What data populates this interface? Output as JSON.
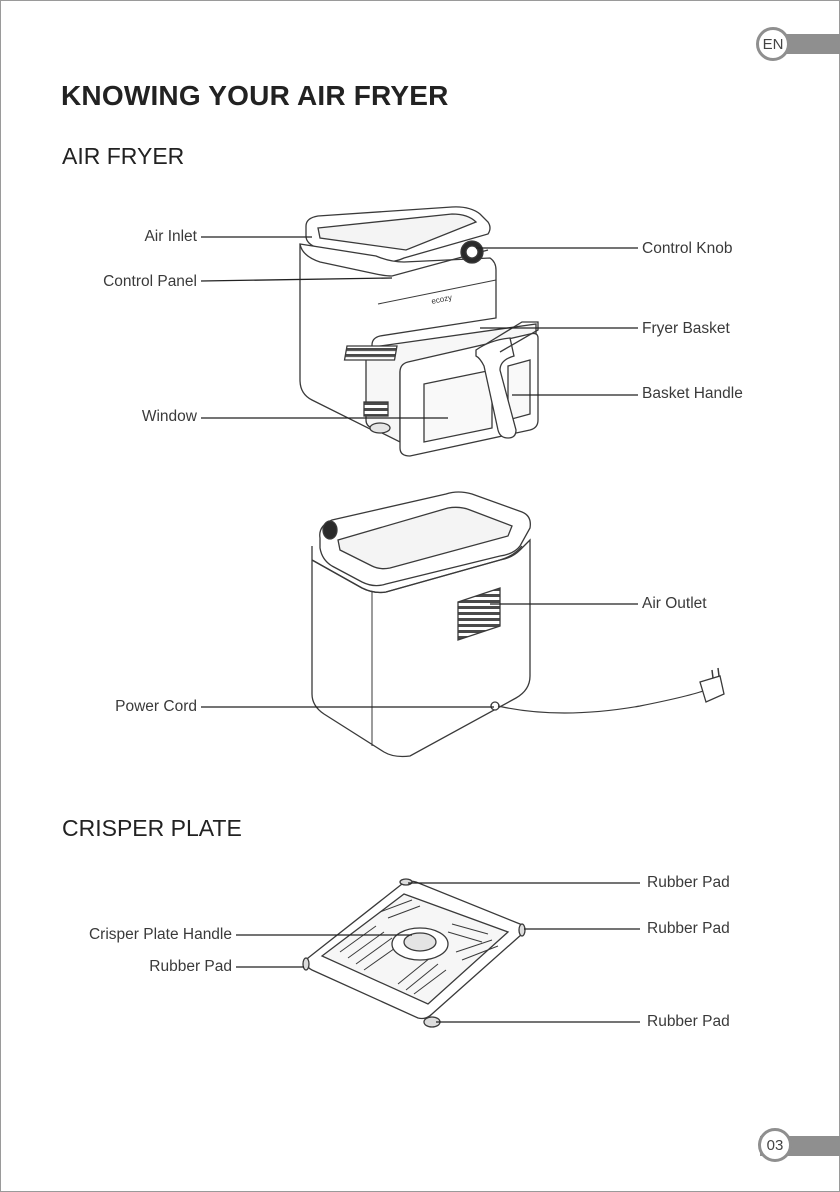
{
  "page": {
    "language_tab": "EN",
    "page_number": "03",
    "title": "KNOWING YOUR AIR FRYER"
  },
  "sections": {
    "air_fryer": {
      "heading": "AIR FRYER",
      "brand": "ecozy",
      "labels": {
        "air_inlet": "Air Inlet",
        "control_panel": "Control Panel",
        "window": "Window",
        "control_knob": "Control Knob",
        "fryer_basket": "Fryer Basket",
        "basket_handle": "Basket Handle",
        "air_outlet": "Air Outlet",
        "power_cord": "Power Cord"
      }
    },
    "crisper_plate": {
      "heading": "CRISPER PLATE",
      "labels": {
        "crisper_plate_handle": "Crisper Plate Handle",
        "rubber_pad_left": "Rubber Pad",
        "rubber_pad_top": "Rubber Pad",
        "rubber_pad_right": "Rubber Pad",
        "rubber_pad_bottom": "Rubber Pad"
      }
    }
  }
}
